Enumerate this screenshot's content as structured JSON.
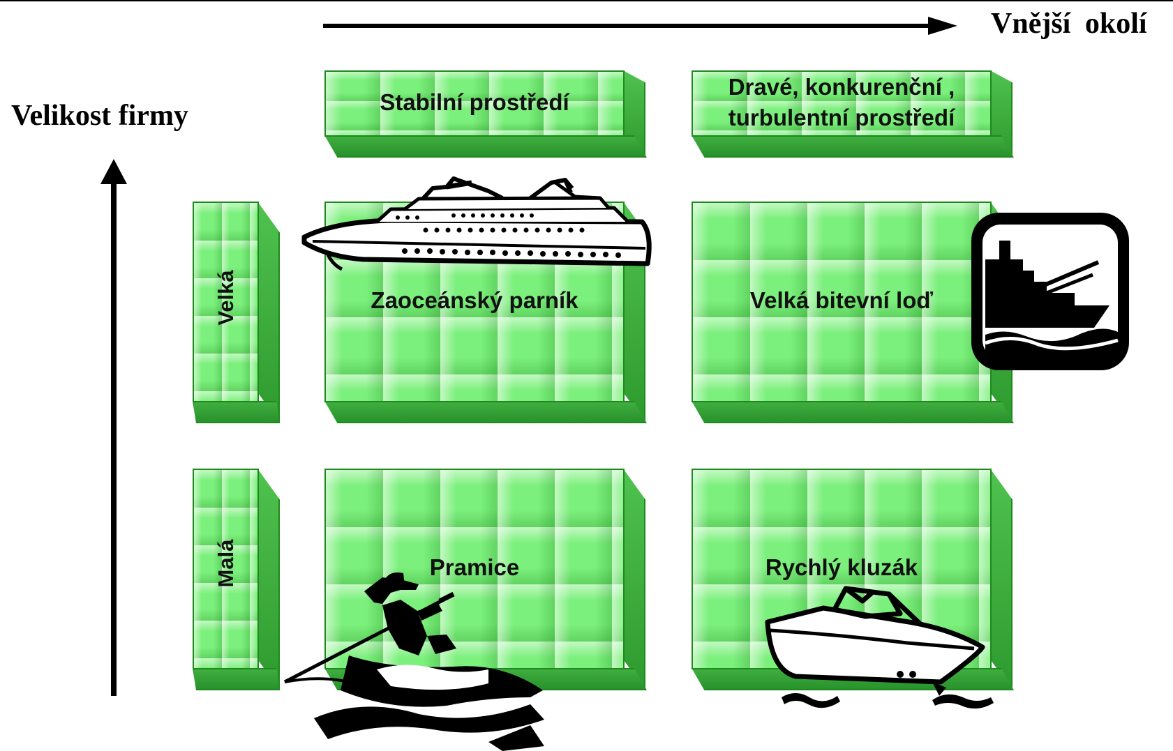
{
  "axes": {
    "x_label": "Vnější  okolí",
    "y_label": "Velikost firmy"
  },
  "columns": [
    {
      "label": "Stabilní prostředí"
    },
    {
      "label_line1": "Dravé, konkurenční ,",
      "label_line2": "turbulentní prostředí"
    }
  ],
  "rows": [
    {
      "label": "Velká"
    },
    {
      "label": "Malá"
    }
  ],
  "cells": {
    "large_stable": "Zaoceánský parník",
    "large_turbulent": "Velká bitevní loď",
    "small_stable": "Pramice",
    "small_turbulent": "Rychlý kluzák"
  },
  "icons": {
    "large_stable": "ocean-liner-icon",
    "large_turbulent": "battleship-sign-icon",
    "small_stable": "rowing-boat-icon",
    "small_turbulent": "speedboat-icon"
  },
  "colors": {
    "tile": "#7cf07c",
    "tile_edge": "#1e8a1e",
    "arrow": "#000000"
  }
}
